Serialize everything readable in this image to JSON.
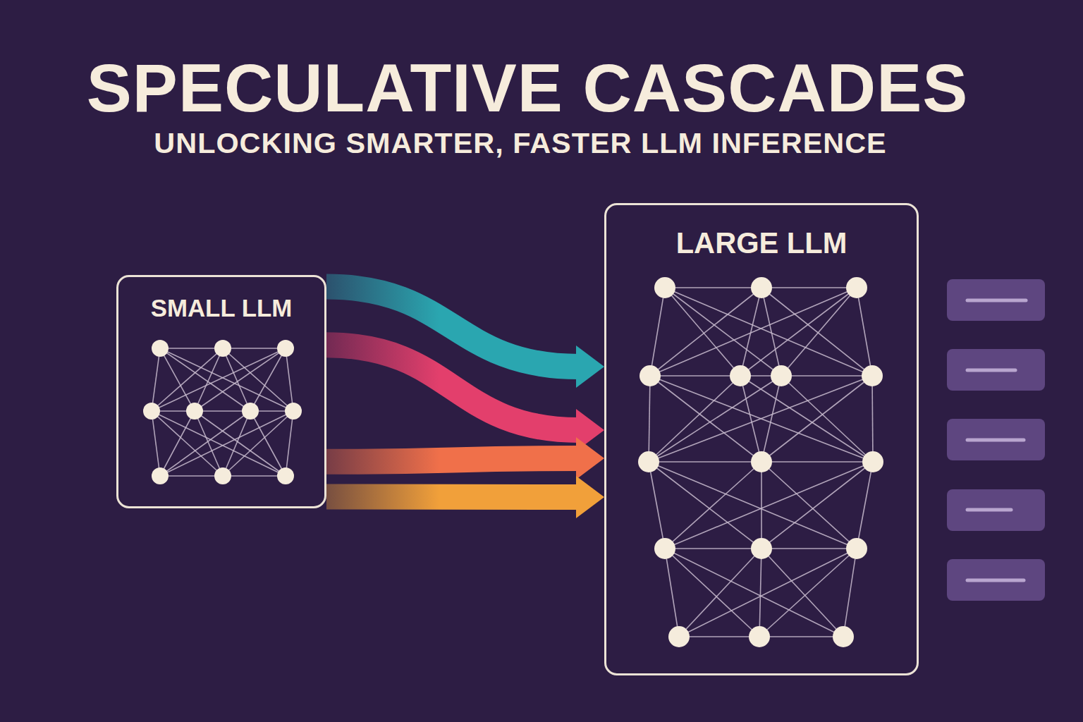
{
  "diagram": {
    "title": "SPECULATIVE CASCADES",
    "nodes": [
      {
        "text": [
          "SMALL LLM"
        ]
      },
      {
        "text": [
          "LARGE LLM"
        ]
      }
    ],
    "edges": [
      {
        "from": 0,
        "to": 1,
        "arrow": "to"
      },
      {
        "from": 0,
        "to": 1,
        "arrow": "to"
      },
      {
        "from": 0,
        "to": 1,
        "arrow": "to"
      },
      {
        "from": 0,
        "to": 1,
        "arrow": "to"
      }
    ],
    "labels": [
      "UNLOCKING SMARTER, FASTER LLM INFERENCE"
    ]
  }
}
